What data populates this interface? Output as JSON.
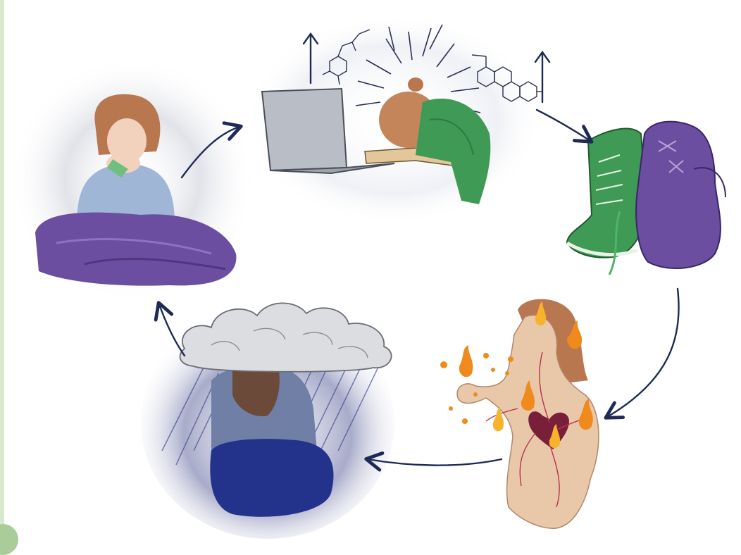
{
  "diagram": {
    "type": "cycle",
    "stages": [
      {
        "id": "sick",
        "description_icon": "person-with-blanket-blowing-nose"
      },
      {
        "id": "stress-hormones",
        "description_icon": "person-asleep-on-laptop-with-hormone-molecules"
      },
      {
        "id": "exercise",
        "description_icon": "sneaker-and-boxing-glove"
      },
      {
        "id": "inflammation",
        "description_icon": "body-with-flames-and-heart"
      },
      {
        "id": "depression",
        "description_icon": "person-under-rain-cloud"
      }
    ],
    "arrows": [
      {
        "from": "sick",
        "to": "stress-hormones"
      },
      {
        "from": "stress-hormones",
        "to": "exercise"
      },
      {
        "from": "exercise",
        "to": "inflammation"
      },
      {
        "from": "inflammation",
        "to": "depression"
      },
      {
        "from": "depression",
        "to": "sick"
      }
    ],
    "molecule_trend": [
      "up",
      "up"
    ],
    "colors": {
      "purple": "#6b4ea0",
      "green": "#3f9a55",
      "navy": "#1e2a55",
      "hair": "#b8774f",
      "sweater": "#9fb6d6",
      "fire": "#f08a1c",
      "ink": "#1f2233"
    }
  }
}
